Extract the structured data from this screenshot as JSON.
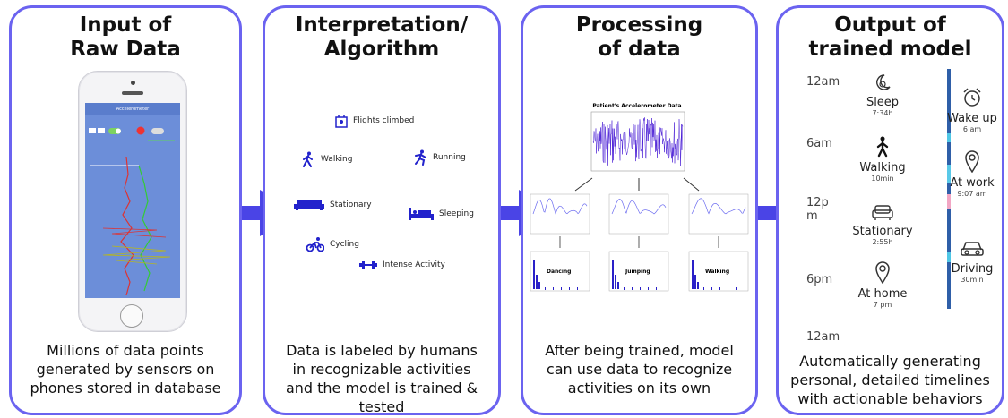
{
  "panels": [
    {
      "title": "Input of\nRaw Data",
      "caption": "Millions of data points\ngenerated by sensors on\nphones stored in database"
    },
    {
      "title": "Interpretation/\nAlgorithm",
      "caption": "Data is labeled by humans\nin recognizable activities\nand the model is trained &\ntested"
    },
    {
      "title": "Processing\nof data",
      "caption": "After being trained, model\ncan use data to recognize\nactivities on its own"
    },
    {
      "title": "Output of\ntrained model",
      "caption": "Automatically generating\npersonal, detailed timelines\nwith actionable behaviors"
    }
  ],
  "phone": {
    "screen_title": "Accelerometer"
  },
  "activities": [
    {
      "label": "Flights climbed",
      "icon": "stairs-icon"
    },
    {
      "label": "Walking",
      "icon": "walking-icon"
    },
    {
      "label": "Running",
      "icon": "running-icon"
    },
    {
      "label": "Stationary",
      "icon": "sofa-icon"
    },
    {
      "label": "Sleeping",
      "icon": "bed-icon"
    },
    {
      "label": "Cycling",
      "icon": "bicycle-icon"
    },
    {
      "label": "Intense Activity",
      "icon": "dumbbell-icon"
    }
  ],
  "processing": {
    "main_chart_title": "Patient's Accelerometer Data",
    "sub_labels": [
      "Dancing",
      "Jumping",
      "Walking"
    ]
  },
  "timeline": {
    "times": [
      "12am",
      "6am",
      "12p\nm",
      "6pm",
      "12am"
    ],
    "left_items": [
      {
        "name": "Sleep",
        "detail": "7:34h",
        "icon": "sleep-moon-icon"
      },
      {
        "name": "Walking",
        "detail": "10min",
        "icon": "walking-icon"
      },
      {
        "name": "Stationary",
        "detail": "2:55h",
        "icon": "sofa-icon"
      },
      {
        "name": "At home",
        "detail": "7 pm",
        "icon": "location-pin-icon"
      }
    ],
    "right_items": [
      {
        "name": "Wake up",
        "detail": "6 am",
        "icon": "alarm-clock-icon"
      },
      {
        "name": "At work",
        "detail": "9:07 am",
        "icon": "location-pin-icon"
      },
      {
        "name": "Driving",
        "detail": "30min",
        "icon": "car-icon"
      }
    ]
  },
  "colors": {
    "border": "#6b63f0",
    "arrow": "#4a44e6",
    "accent_blue": "#2222cc",
    "signal": "#4b1fd6"
  }
}
